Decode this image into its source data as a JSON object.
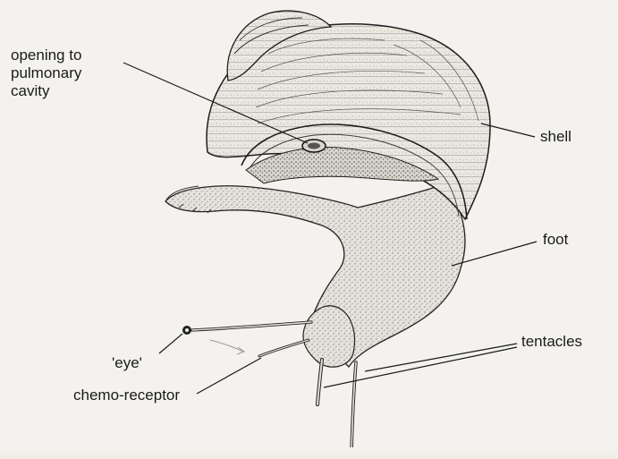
{
  "labels": {
    "opening_line1": "opening to",
    "opening_line2": "pulmonary",
    "opening_line3": "cavity",
    "shell": "shell",
    "foot": "foot",
    "tentacles": "tentacles",
    "eye": "'eye'",
    "chemo_receptor": "chemo-receptor"
  },
  "colors": {
    "ink": "#1a1a1a",
    "paper": "#f4f2ee",
    "stipple": "#6f6f6f"
  }
}
